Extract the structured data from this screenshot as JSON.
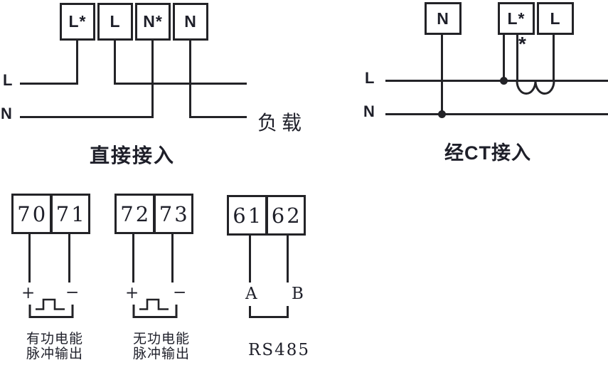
{
  "direct_diagram": {
    "terminals": [
      "L*",
      "L",
      "N*",
      "N"
    ],
    "live_label": "L",
    "neutral_label": "N",
    "load_label": "负载",
    "caption": "直接接入"
  },
  "ct_diagram": {
    "neutral_terminal": "N",
    "terminals": [
      "L*",
      "L"
    ],
    "polarity_mark": "*",
    "live_label": "L",
    "neutral_label": "N",
    "caption": "经CT接入"
  },
  "active_pulse": {
    "terminals": [
      "70",
      "71"
    ],
    "plus": "+",
    "minus": "−",
    "caption_line1": "有功电能",
    "caption_line2": "脉冲输出"
  },
  "reactive_pulse": {
    "terminals": [
      "72",
      "73"
    ],
    "plus": "+",
    "minus": "−",
    "caption_line1": "无功电能",
    "caption_line2": "脉冲输出"
  },
  "rs485": {
    "terminals": [
      "61",
      "62"
    ],
    "line_a": "A",
    "line_b": "B",
    "caption": "RS485"
  },
  "colors": {
    "wire": "#232327",
    "text": "#1e1f29"
  }
}
